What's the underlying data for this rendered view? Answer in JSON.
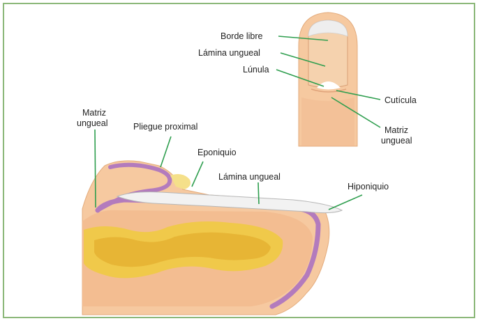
{
  "colors": {
    "frame": "#8cb87a",
    "skin": "#f6c9a0",
    "skin_dark": "#e9ad7f",
    "bone": "#f0c94a",
    "matrix": "#b37bbd",
    "nail": "#f2f2f2",
    "leader": "#2e9e4e",
    "eponychium": "#f5e08a"
  },
  "labels": {
    "borde_libre": "Borde libre",
    "lamina_ungueal_top": "Lámina ungueal",
    "lunula": "Lúnula",
    "cuticula": "Cutícula",
    "matriz_top_1": "Matriz",
    "matriz_top_2": "ungueal",
    "matriz_side_1": "Matriz",
    "matriz_side_2": "ungueal",
    "pliegue_proximal": "Pliegue proximal",
    "eponiquio": "Eponiquio",
    "lamina_ungueal_side": "Lámina ungueal",
    "hiponiquio": "Hiponiquio"
  }
}
